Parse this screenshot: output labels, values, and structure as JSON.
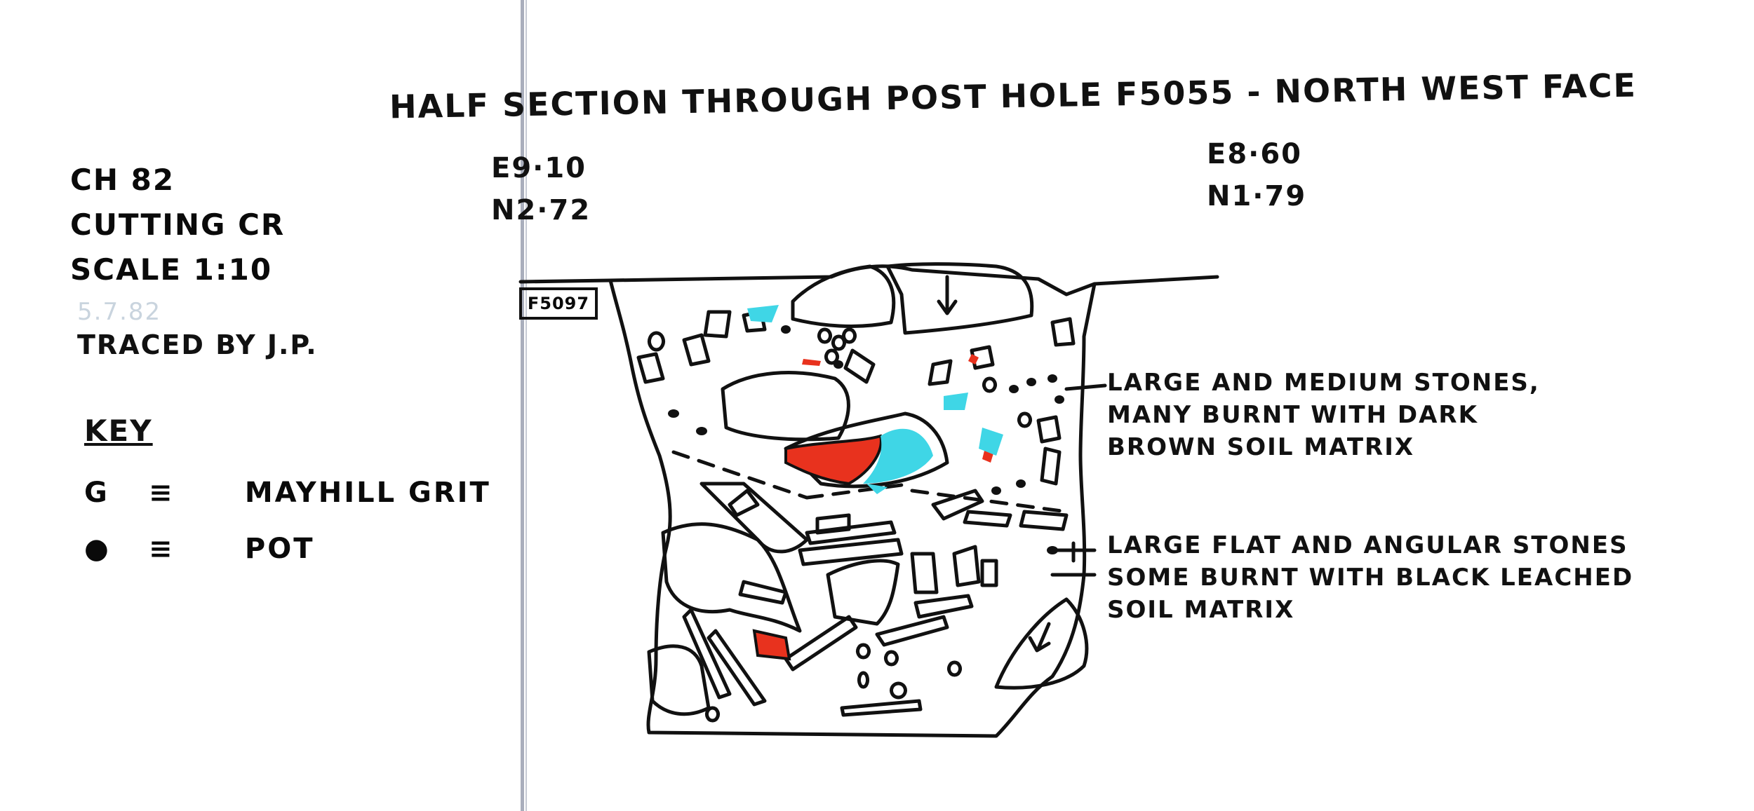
{
  "title": "HALF SECTION THROUGH  POST HOLE  F5055 - NORTH WEST FACE",
  "site_info": {
    "site_code": "CH 82",
    "cutting": "CUTTING CR",
    "scale": "SCALE 1:10"
  },
  "faint_date": "5.7.82",
  "traced_by": "TRACED BY  J.P.",
  "key": {
    "heading": "KEY",
    "items": [
      {
        "symbol": "G",
        "equals": "≡",
        "label": "MAYHILL GRIT",
        "icon": "letter-g"
      },
      {
        "symbol": "●",
        "equals": "≡",
        "label": "POT",
        "icon": "filled-dot"
      }
    ]
  },
  "coordinates": {
    "left": {
      "easting": "E9·10",
      "northing": "N2·72"
    },
    "right": {
      "easting": "E8·60",
      "northing": "N1·79"
    }
  },
  "feature_label": "F5097",
  "annotations": {
    "upper": [
      "LARGE AND MEDIUM STONES,",
      "MANY BURNT WITH DARK",
      "BROWN SOIL MATRIX"
    ],
    "lower": [
      "LARGE FLAT AND ANGULAR STONES",
      "SOME BURNT WITH BLACK LEACHED",
      "SOIL MATRIX"
    ]
  },
  "colors": {
    "ink": "#111111",
    "burnt_red": "#e8321e",
    "cyan": "#3fd6e6",
    "fold": "#9aa0b0"
  }
}
